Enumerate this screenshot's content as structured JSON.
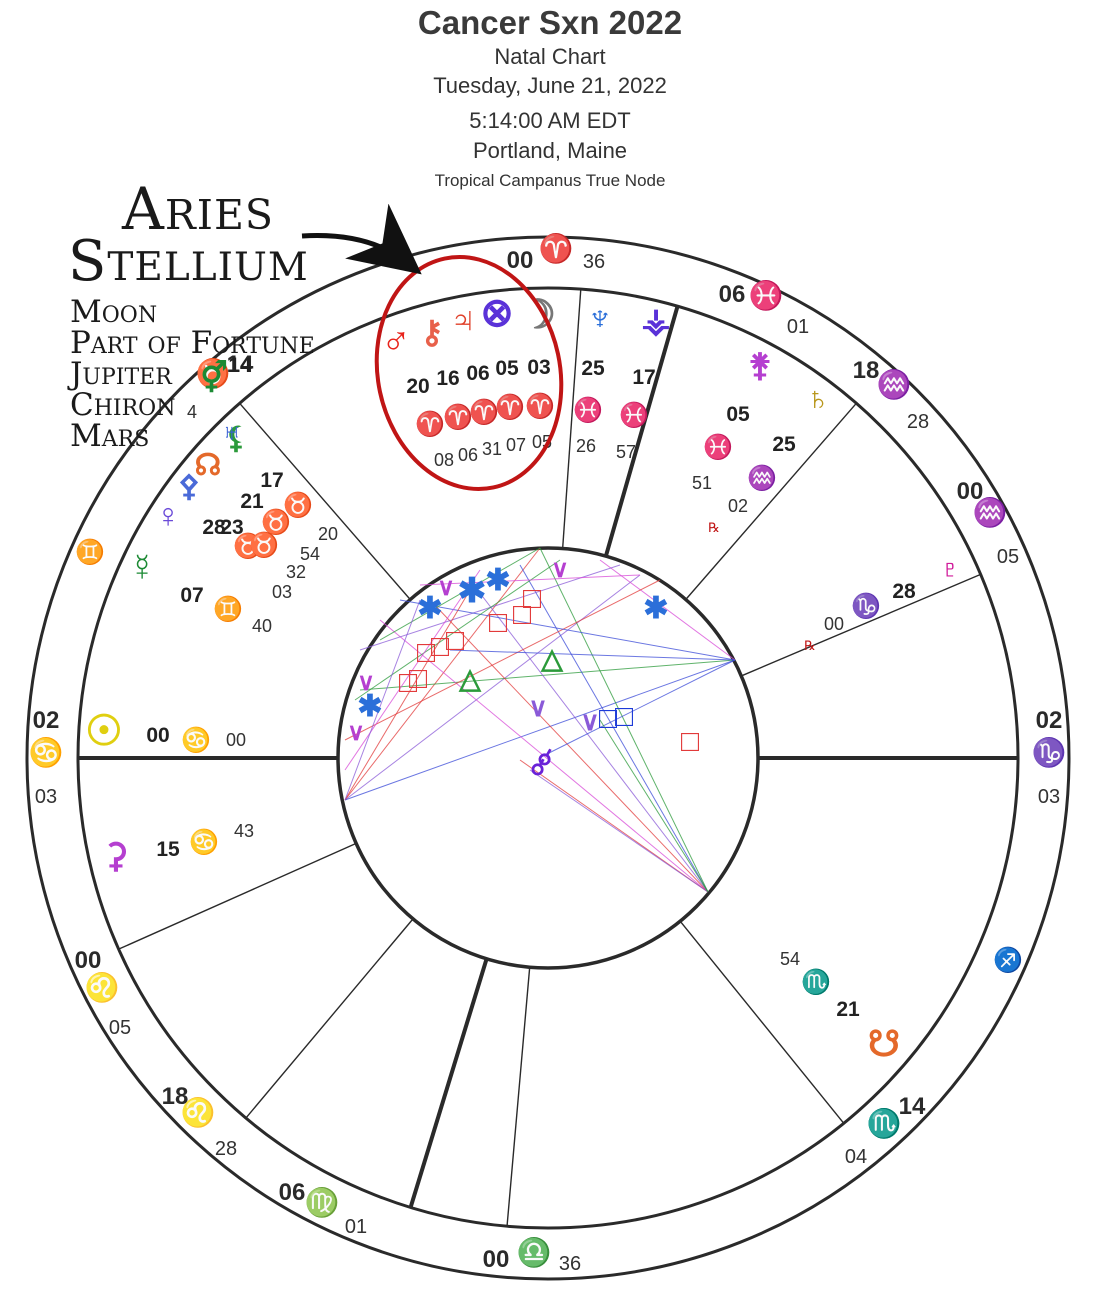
{
  "header": {
    "title": "Cancer Sxn 2022",
    "chart_type": "Natal Chart",
    "date": "Tuesday, June 21, 2022",
    "time": "5:14:00 AM EDT",
    "location": "Portland, Maine",
    "settings": "Tropical  Campanus True Node"
  },
  "annotation": {
    "title_line1": "Aries",
    "title_line2": "Stellium",
    "items": [
      "Moon",
      "Part of Fortune",
      "Jupiter",
      "Chiron",
      "Mars"
    ]
  },
  "colors": {
    "fire": "#e8241c",
    "earth": "#2b9a3a",
    "air": "#2b5fd9",
    "water": "#b53fd0",
    "wheel": "#2a2a2a",
    "highlight_circle": "#c01515",
    "sun": "#e0cf10"
  },
  "house_cusps": [
    {
      "house": 1,
      "deg": "02",
      "sign_icon": "cancer-icon",
      "min": "03"
    },
    {
      "house": 2,
      "deg": "00",
      "sign_icon": "leo-icon",
      "min": "05"
    },
    {
      "house": 3,
      "deg": "18",
      "sign_icon": "leo-icon",
      "min": "28"
    },
    {
      "house": 4,
      "deg": "06",
      "sign_icon": "virgo-icon",
      "min": "01"
    },
    {
      "house": 5,
      "deg": "00",
      "sign_icon": "libra-icon",
      "min": "36"
    },
    {
      "house": 6,
      "deg": "14",
      "sign_icon": "scorpio-icon",
      "min": "04"
    },
    {
      "house": 7,
      "deg": "02",
      "sign_icon": "capricorn-icon",
      "min": "03"
    },
    {
      "house": 8,
      "deg": "00",
      "sign_icon": "aquarius-icon",
      "min": "05"
    },
    {
      "house": 9,
      "deg": "18",
      "sign_icon": "aquarius-icon",
      "min": "28"
    },
    {
      "house": 10,
      "deg": "06",
      "sign_icon": "pisces-icon",
      "min": "01"
    },
    {
      "house": 11,
      "deg": "00",
      "sign_icon": "aries-icon",
      "min": "36"
    },
    {
      "house": 12,
      "deg": "14",
      "sign_icon": "taurus-icon",
      "min": ""
    }
  ],
  "planets": [
    {
      "name": "Mars",
      "icon": "mars-icon",
      "deg": "20",
      "sign_icon": "aries-icon",
      "min": "08"
    },
    {
      "name": "Chiron",
      "icon": "chiron-icon",
      "deg": "16",
      "sign_icon": "aries-icon",
      "min": "06"
    },
    {
      "name": "Jupiter",
      "icon": "jupiter-icon",
      "deg": "06",
      "sign_icon": "aries-icon",
      "min": "31"
    },
    {
      "name": "Part of Fortune",
      "icon": "part-of-fortune-icon",
      "deg": "05",
      "sign_icon": "aries-icon",
      "min": "07"
    },
    {
      "name": "Moon",
      "icon": "moon-icon",
      "deg": "03",
      "sign_icon": "aries-icon",
      "min": "05"
    },
    {
      "name": "Neptune",
      "icon": "neptune-icon",
      "deg": "25",
      "sign_icon": "pisces-icon",
      "min": "26"
    },
    {
      "name": "Vesta",
      "icon": "vesta-icon",
      "deg": "17",
      "sign_icon": "pisces-icon",
      "min": "57"
    },
    {
      "name": "Juno",
      "icon": "juno-icon",
      "deg": "05",
      "sign_icon": "pisces-icon",
      "min": "51"
    },
    {
      "name": "Saturn",
      "icon": "saturn-icon",
      "deg": "25",
      "sign_icon": "aquarius-icon",
      "min": "02",
      "retro": true
    },
    {
      "name": "Pluto",
      "icon": "pluto-icon",
      "deg": "28",
      "sign_icon": "capricorn-icon",
      "min": "00",
      "retro": true
    },
    {
      "name": "Sun",
      "icon": "sun-icon",
      "deg": "00",
      "sign_icon": "cancer-icon",
      "min": "00"
    },
    {
      "name": "Ceres",
      "icon": "ceres-icon",
      "deg": "15",
      "sign_icon": "cancer-icon",
      "min": "43"
    },
    {
      "name": "South Node",
      "icon": "south-node-icon",
      "deg": "21",
      "sign_icon": "scorpio-icon",
      "min": "54"
    },
    {
      "name": "Mercury",
      "icon": "mercury-icon",
      "deg": "07",
      "sign_icon": "gemini-icon",
      "min": "40"
    },
    {
      "name": "Venus",
      "icon": "venus-icon",
      "deg": "28",
      "sign_icon": "taurus-icon",
      "min": "03"
    },
    {
      "name": "Pallas",
      "icon": "pallas-icon",
      "deg": "23",
      "sign_icon": "taurus-icon",
      "min": "32"
    },
    {
      "name": "Lilith",
      "icon": "lilith-icon",
      "deg": "21",
      "sign_icon": "taurus-icon",
      "min": "54"
    },
    {
      "name": "North Node",
      "icon": "north-node-icon",
      "deg": "17",
      "sign_icon": "taurus-icon",
      "min": "20"
    },
    {
      "name": "Uranus",
      "icon": "uranus-icon",
      "deg": "",
      "sign_icon": "",
      "min": ""
    },
    {
      "name": "Eris",
      "icon": "eris-icon",
      "deg": "14",
      "sign_icon": "",
      "min": "4"
    }
  ],
  "aspect_glyphs": [
    "square-icon",
    "trine-icon",
    "sextile-icon",
    "semisextile-icon",
    "conjunction-icon"
  ]
}
